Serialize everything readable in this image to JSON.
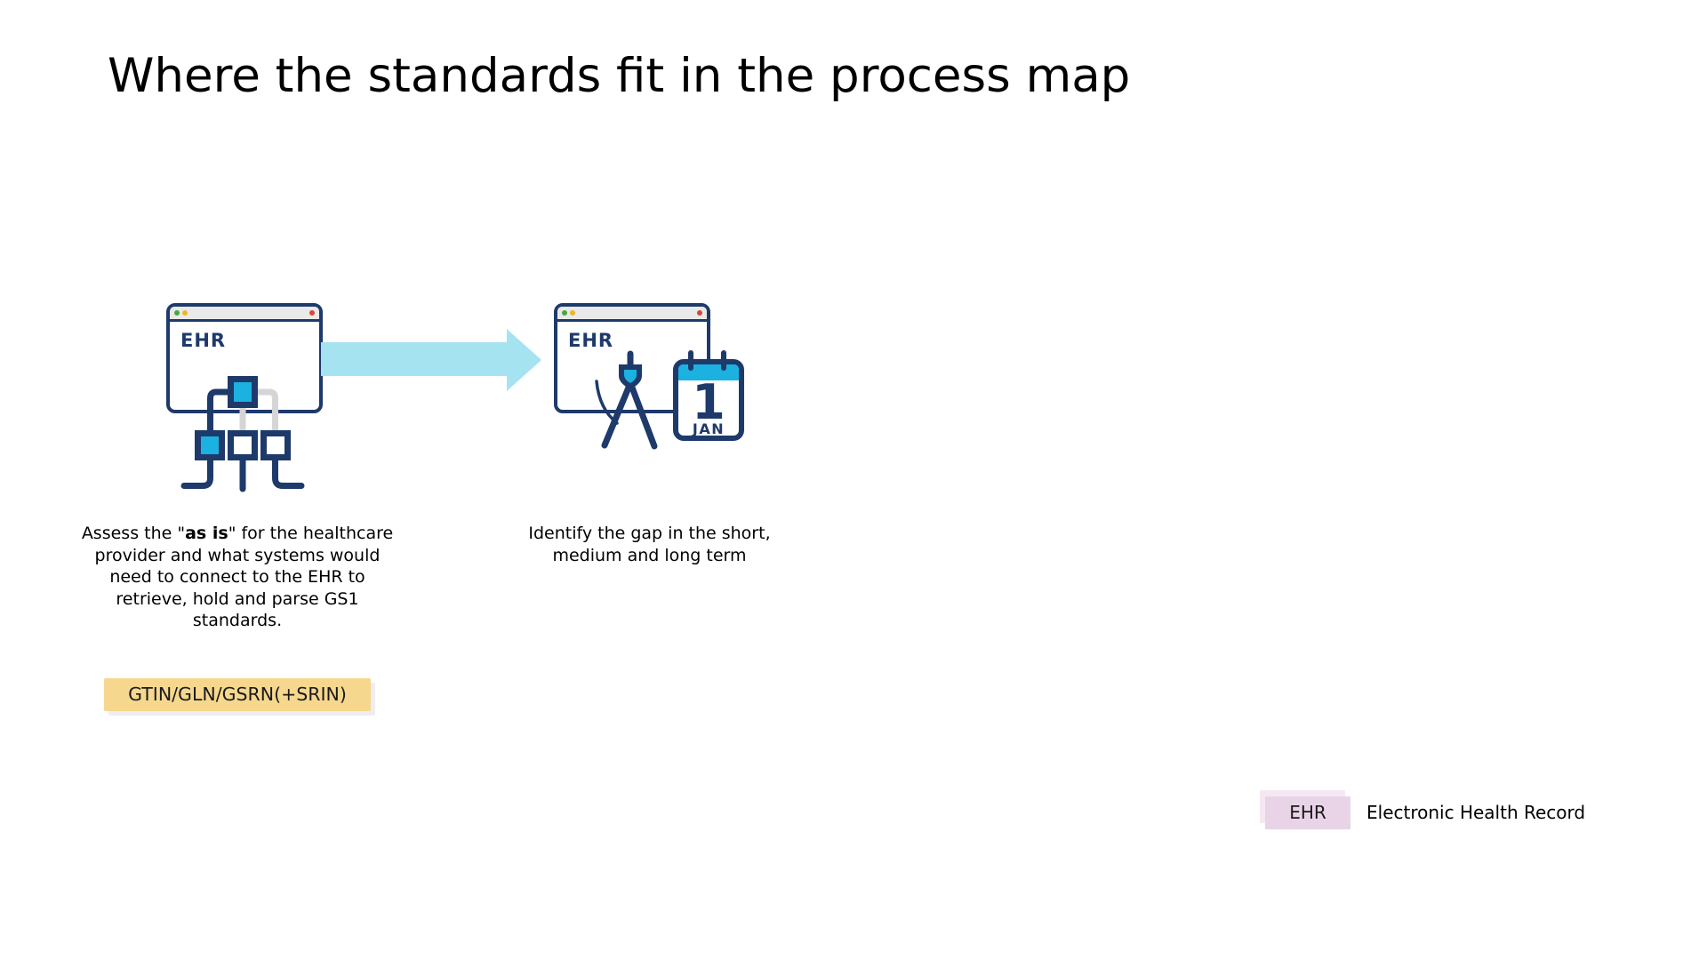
{
  "colors": {
    "navy": "#1e3a6b",
    "cyan": "#1bb1e1",
    "arrow": "#a6e3f0",
    "toolbar-gray": "#e9e9e9",
    "connector-gray": "#d5d5d5",
    "chip-yellow": "#f6d78e",
    "chip-pink": "#e9d4e7",
    "dot-green": "#46a83c",
    "dot-yellow": "#f0b429",
    "dot-red": "#d9453a"
  },
  "title": "Where the standards fit in the process map",
  "steps": [
    {
      "window_label": "EHR",
      "caption": {
        "prefix": "Assess the \"",
        "bold": "as is",
        "suffix": "\" for the healthcare provider and what systems would need to connect to the EHR to retrieve, hold and parse GS1 standards."
      },
      "tag": "GTIN/GLN/GSRN(+SRIN)"
    },
    {
      "window_label": "EHR",
      "calendar": {
        "day": "1",
        "month": "JAN"
      },
      "caption": "Identify the gap in the short, medium and long term"
    }
  ],
  "legend": {
    "abbr": "EHR",
    "label": "Electronic Health Record"
  }
}
